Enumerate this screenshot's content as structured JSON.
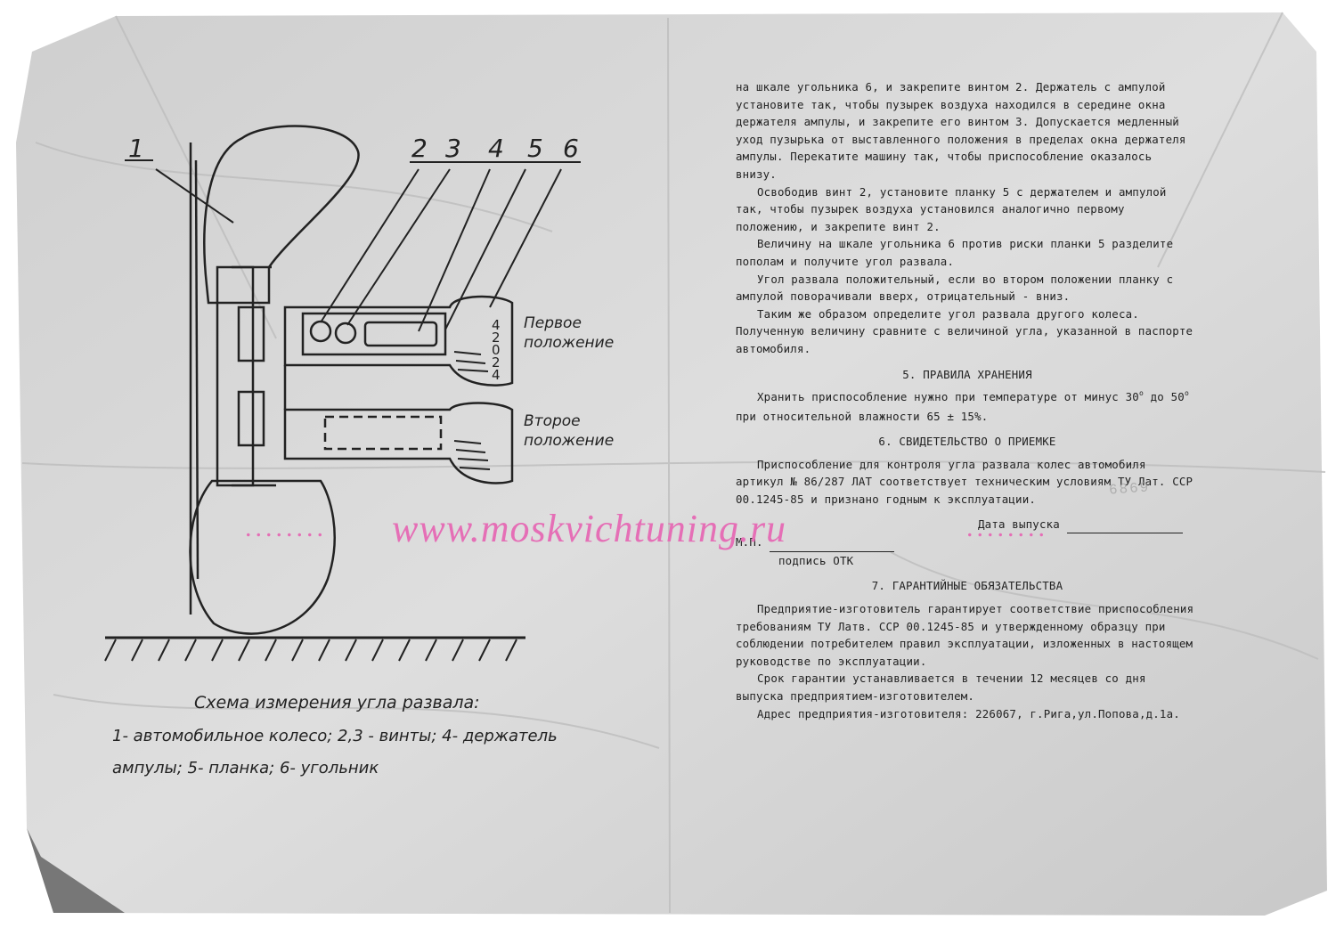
{
  "diagram": {
    "callouts": [
      "1",
      "2",
      "3",
      "4",
      "5",
      "6"
    ],
    "position_first": "Первое положение",
    "position_second": "Второе положение",
    "scale_digits": "4 2 0 2 4",
    "caption_title": "Схема измерения угла развала:",
    "caption_line1": "1- автомобильное колесо; 2,3 - винты; 4- держатель",
    "caption_line2": "ампулы; 5- планка; 6- угольник"
  },
  "text": {
    "p1": "на шкале угольника 6, и закрепите винтом 2. Держатель с ампулой установите так, чтобы пузырек воздуха находился в середине окна держателя ампулы, и закрепите его винтом 3. Допускается медленный уход пузырька от выставленного положения в пределах окна держателя ампулы. Перекатите машину так, чтобы приспособление оказалось внизу.",
    "p2": "Освободив винт 2, установите планку 5 с держателем и ампулой так, чтобы пузырек воздуха установился аналогично первому положению, и закрепите винт 2.",
    "p3": "Величину на шкале угольника 6 против риски планки 5 разделите пополам и получите угол развала.",
    "p4": "Угол развала положительный, если во втором положении планку с ампулой поворачивали вверх, отрицательный - вниз.",
    "p5": "Таким же образом определите угол развала другого колеса. Полученную величину сравните с величиной угла, указанной в паспорте автомобиля.",
    "h5": "5. ПРАВИЛА ХРАНЕНИЯ",
    "storage_a": "Хранить приспособление нужно при температуре от минус 30",
    "storage_deg": "о",
    "storage_b": " до 50",
    "storage_c": " при относительной влажности 65 ± 15%.",
    "h6": "6. СВИДЕТЕЛЬСТВО О ПРИЕМКЕ",
    "cert": "Приспособление для контроля угла развала колес автомобиля артикул № 86/287 ЛАТ соответствует техническим условиям ТУ Лат. ССР 00.1245-85 и признано годным к эксплуатации.",
    "release_date": "Дата выпуска",
    "mp": "М.П.",
    "otk": "подпись ОТК",
    "h7": "7. ГАРАНТИЙНЫЕ ОБЯЗАТЕЛЬСТВА",
    "w1": "Предприятие-изготовитель гарантирует соответствие приспособления требованиям ТУ Латв. ССР 00.1245-85 и утвержденному образцу при соблюдении потребителем правил эксплуатации, изложенных в настоящем руководстве по эксплуатации.",
    "w2": "Срок гарантии устанавливается в течении 12 месяцев со дня выпуска предприятием-изготовителем.",
    "address": "Адрес предприятия-изготовителя: 226067, г.Рига,ул.Попова,д.1а."
  },
  "stamp": "6869",
  "watermark": "www.moskvichtuning.ru",
  "watermark_dots_left": "........",
  "watermark_dots_right": "........",
  "colors": {
    "paper": "#d9d9d9",
    "ink": "#222222",
    "watermark": "#e56fb6"
  }
}
